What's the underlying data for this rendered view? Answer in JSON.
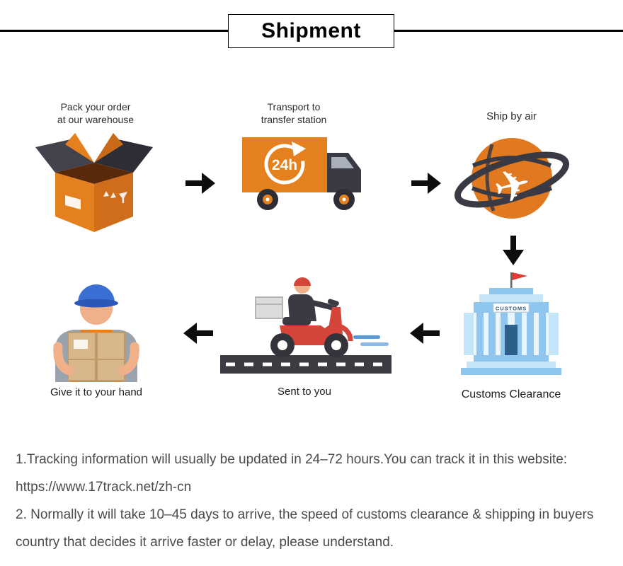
{
  "title": "Shipment",
  "flow": {
    "steps": [
      {
        "id": "pack",
        "label": "Pack your order at our warehouse"
      },
      {
        "id": "transport",
        "label": "Transport to transfer station"
      },
      {
        "id": "air",
        "label": "Ship by air"
      },
      {
        "id": "customs",
        "label": "Customs Clearance"
      },
      {
        "id": "sent",
        "label": "Sent to you"
      },
      {
        "id": "hand",
        "label": "Give it to your hand"
      }
    ],
    "truck_badge": "24h",
    "customs_sign": "CUSTOMS"
  },
  "icons": {
    "plane_glyph": "✈"
  },
  "notes": {
    "tracking": "1.Tracking information will usually be updated in 24–72 hours.You can track it in this website:",
    "tracking_url": "https://www.17track.net/zh-cn",
    "delivery": "2. Normally it will take 10–45 days to arrive, the speed of customs clearance & shipping in buyers country that decides it arrive faster or delay, please understand."
  },
  "colors": {
    "orange": "#e5801f",
    "dark_orange": "#cf6d1b",
    "charcoal": "#3a3a44",
    "red": "#d6453a",
    "light_blue": "#c4e4f8",
    "mid_blue": "#8ec6ee",
    "deep_blue": "#2e5f8a",
    "cap_blue": "#3b6fd4",
    "road": "#3b3b42",
    "note_text": "#4b4b4b"
  }
}
